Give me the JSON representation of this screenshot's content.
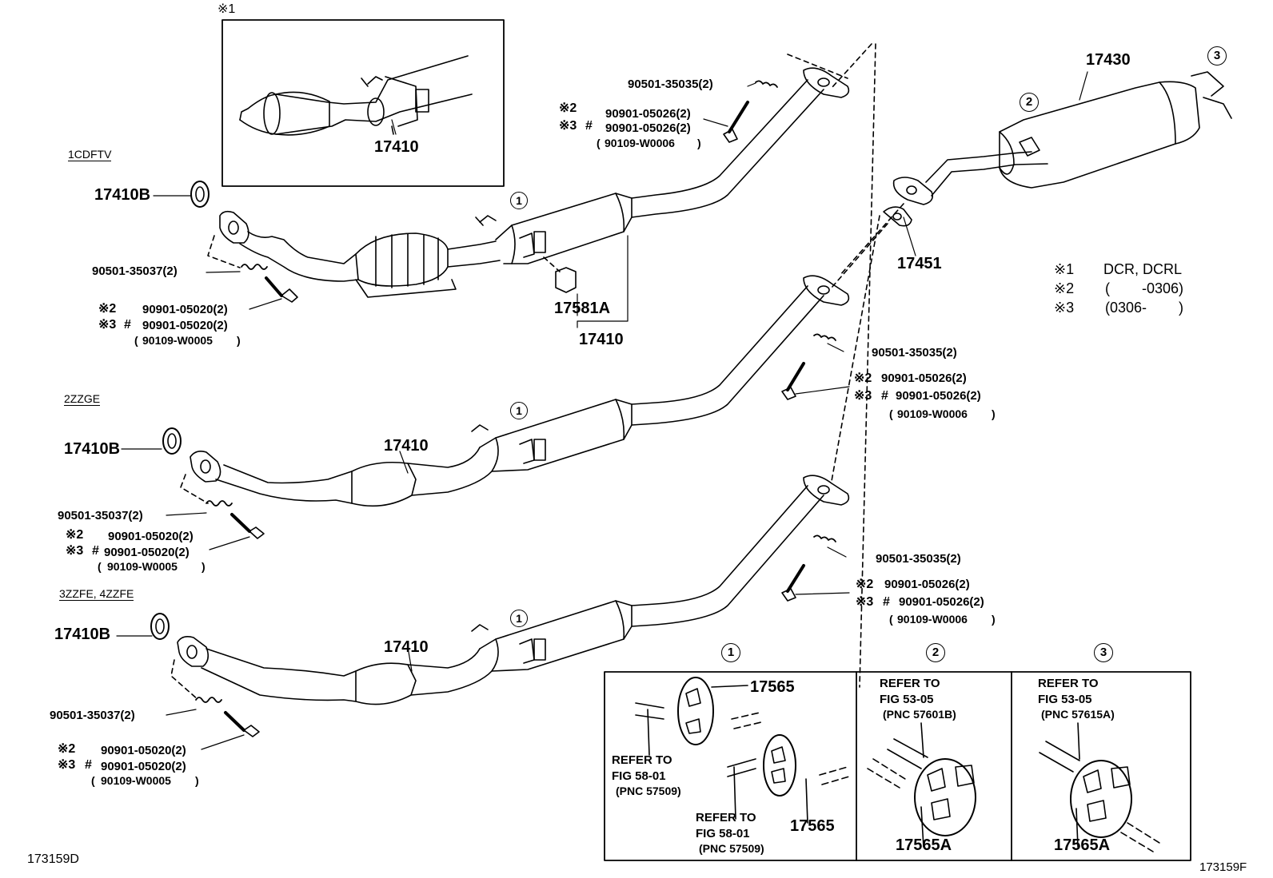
{
  "drawing_id_left": "173159D",
  "drawing_id_right": "173159F",
  "inset": {
    "mark": "※1",
    "part": "17410"
  },
  "engines": [
    "1CDFTV",
    "2ZZGE",
    "3ZZFE, 4ZZFE"
  ],
  "parts": {
    "gasket_ring": "17410B",
    "front_pipe": "17410",
    "protector": "17581A",
    "gasket_mid": "17451",
    "tail_pipe": "17430",
    "spring": "90501-35037(2)",
    "spring_rear": "90501-35035(2)",
    "bolt_front": "90901-05020(2)",
    "bolt_front_alt": "90109-W0005",
    "bolt_rear": "90901-05026(2)",
    "bolt_rear_alt": "90109-W0006",
    "hanger": "17565",
    "hanger_a": "17565A"
  },
  "marks": {
    "m2": "※2",
    "m3": "※3",
    "hash": "#",
    "c1": "1",
    "c2": "2",
    "c3": "3"
  },
  "legend": [
    {
      "mark": "※1",
      "text": "DCR, DCRL"
    },
    {
      "mark": "※2",
      "text": "(        -0306)"
    },
    {
      "mark": "※3",
      "text": "(0306-        )"
    }
  ],
  "refer": {
    "r1_title": "REFER TO",
    "r1_fig": "FIG 58-01",
    "r1_pnc": "(PNC 57509)",
    "r2_title": "REFER TO",
    "r2_fig": "FIG 53-05",
    "r2_pnc": "(PNC 57601B)",
    "r3_title": "REFER TO",
    "r3_fig": "FIG 53-05",
    "r3_pnc": "(PNC 57615A)"
  }
}
